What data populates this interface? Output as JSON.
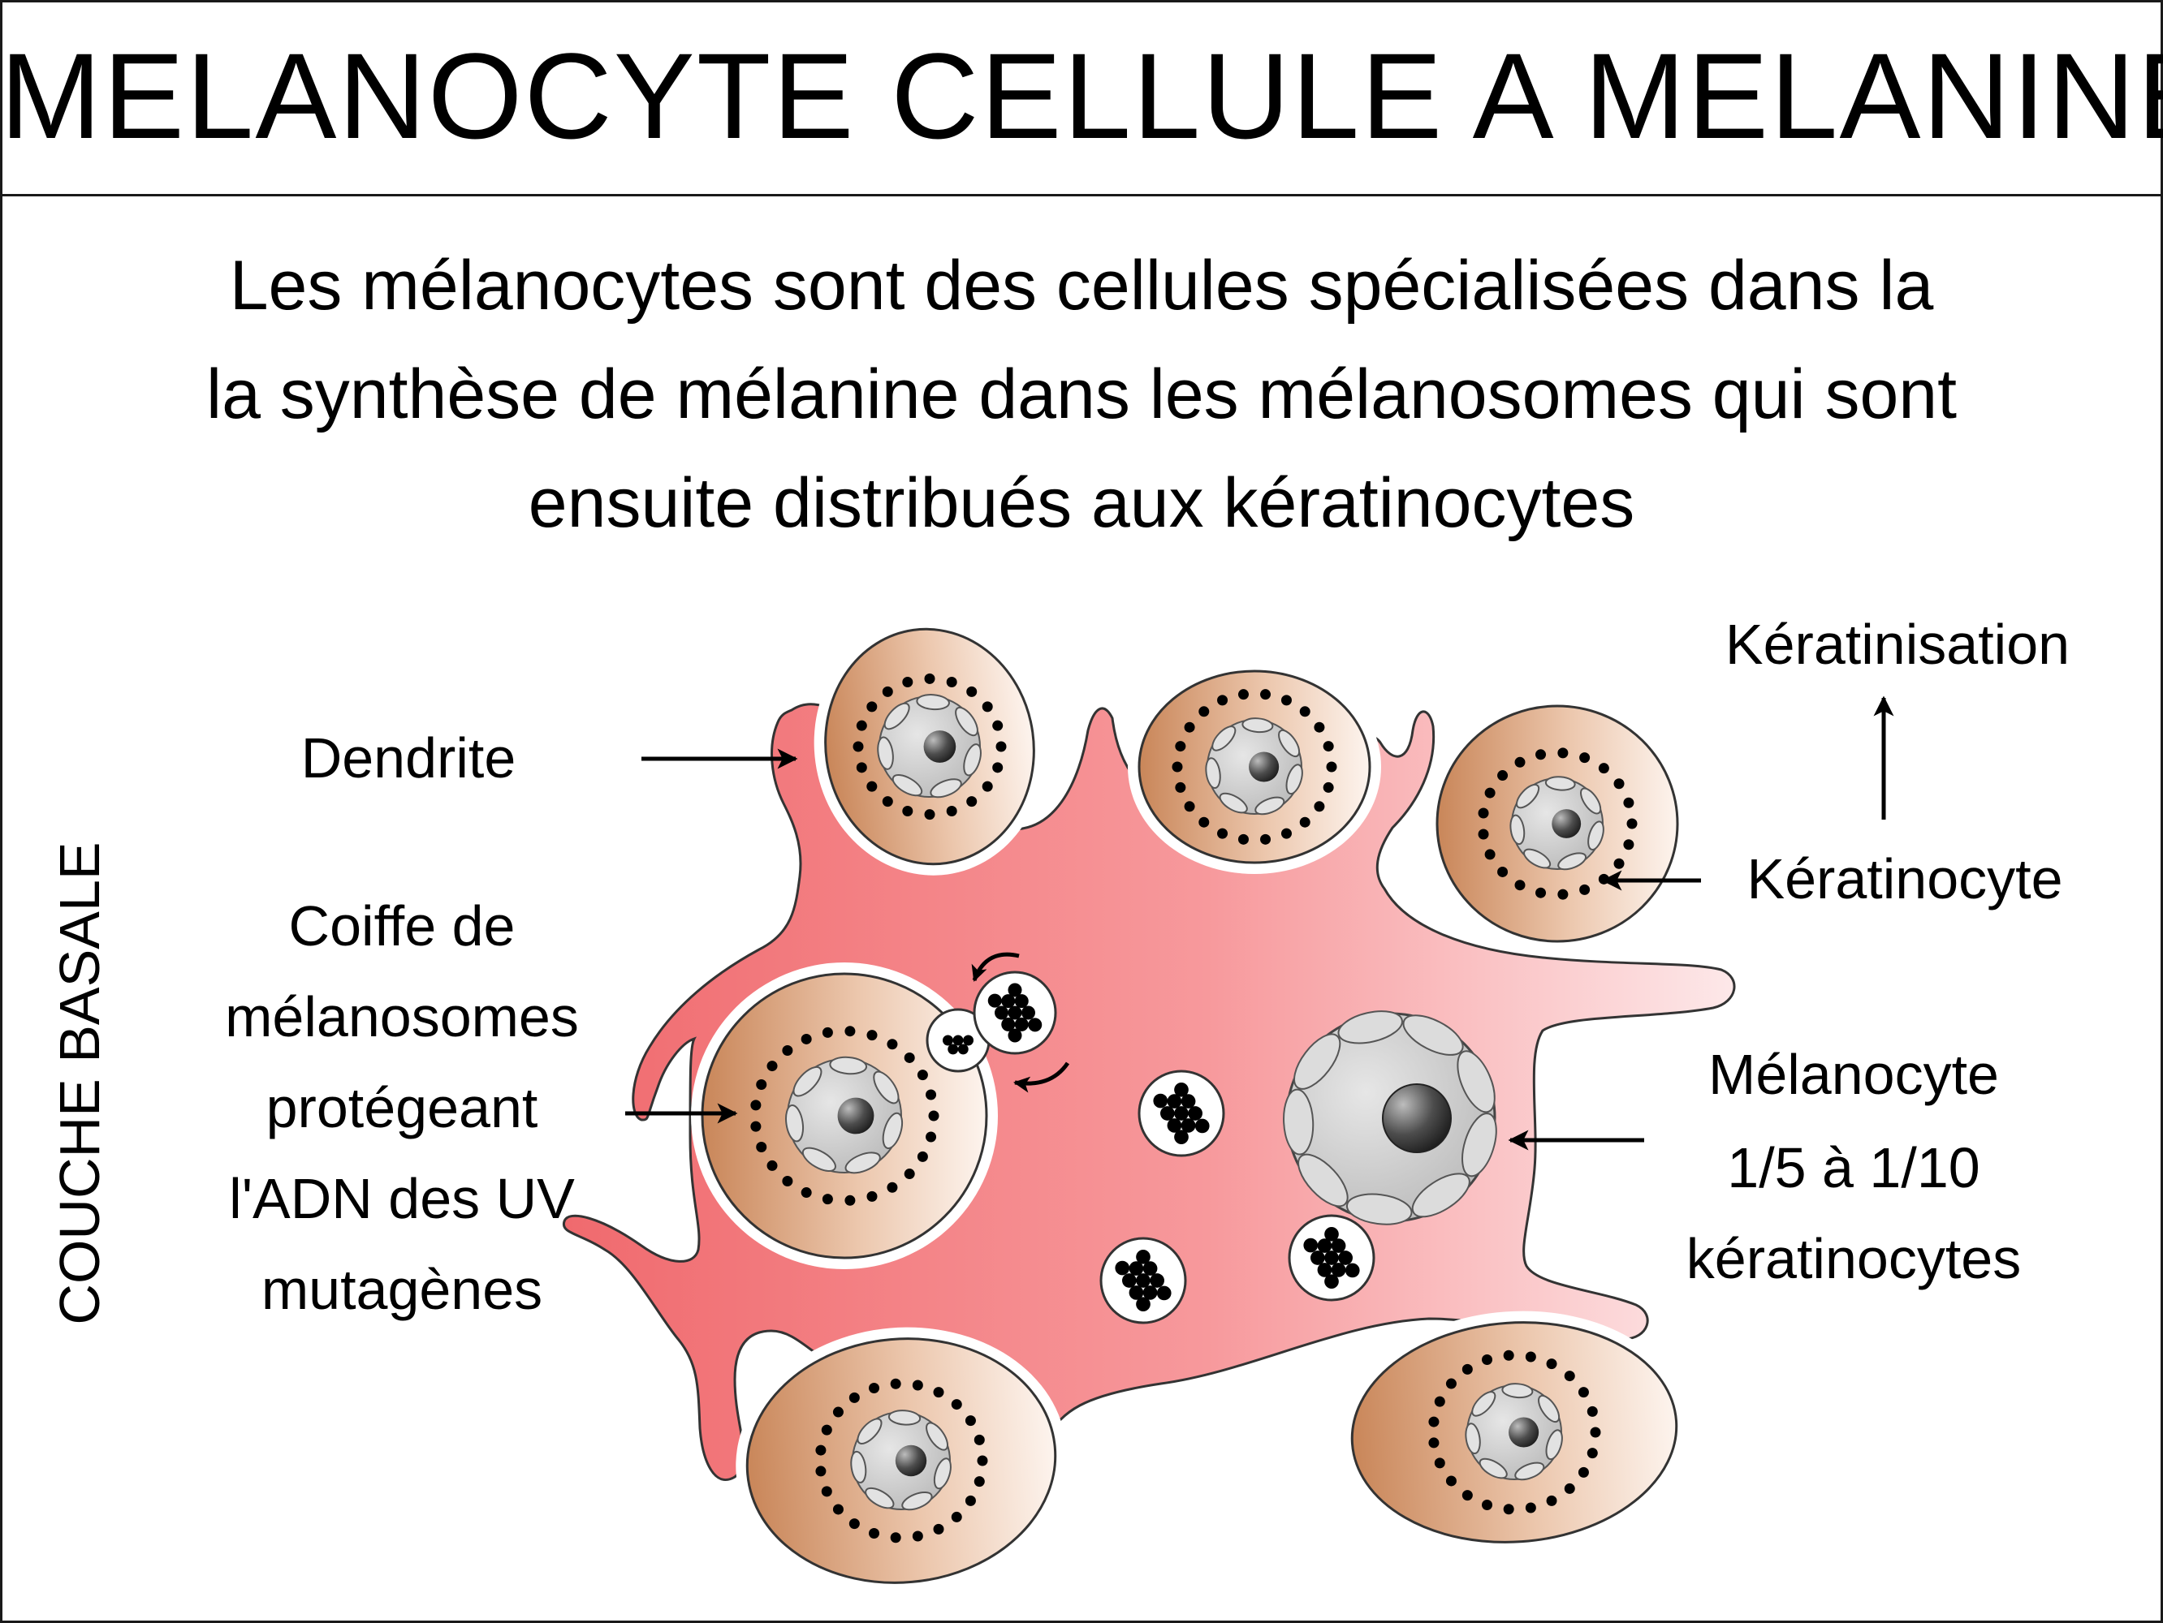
{
  "title": "MELANOCYTE CELLULE A MELANINE",
  "description": [
    "Les mélanocytes sont des cellules spécialisées dans la",
    "la synthèse de mélanine dans les mélanosomes qui sont",
    "ensuite distribués aux kératinocytes"
  ],
  "labels": {
    "side": "COUCHE BASALE",
    "dendrite": "Dendrite",
    "coiffe": [
      "Coiffe de",
      "mélanosomes",
      "protégeant",
      "l'ADN des UV",
      "mutagènes"
    ],
    "keratinisation": "Kératinisation",
    "keratinocyte": "Kératinocyte",
    "melanocyte": [
      "Mélanocyte",
      "1/5 à 1/10",
      "kératinocytes"
    ]
  },
  "colors": {
    "melanocyte_red": "#f06a6e",
    "melanocyte_pink": "#fde0e2",
    "keratinocyte_brown": "#c98659",
    "keratinocyte_light": "#fbefe8",
    "nucleus_gray": "#cfcfcf",
    "melanin_black": "#000000"
  }
}
